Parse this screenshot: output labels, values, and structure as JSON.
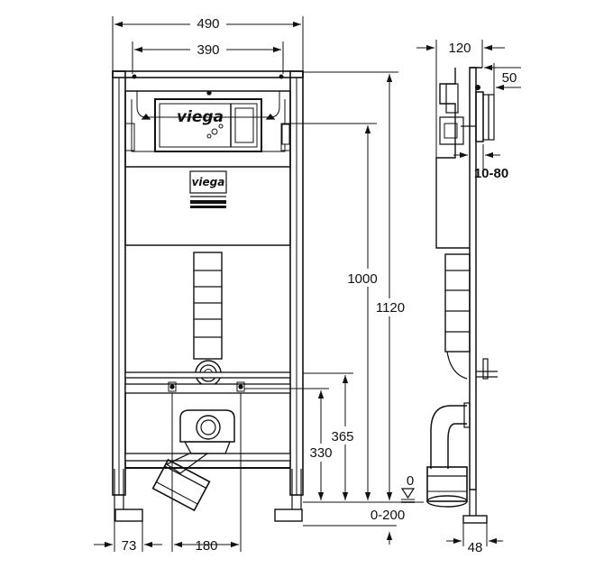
{
  "front_view": {
    "dimensions": {
      "overall_width": "490",
      "inner_width": "390",
      "height_1000": "1000",
      "height_1120": "1120",
      "height_365": "365",
      "height_330": "330",
      "offset_73": "73",
      "drain_180": "180",
      "floor_range": "0-200",
      "floor_zero": "0"
    },
    "logos": {
      "flush_plate_logo": "viega",
      "frame_logo": "viega"
    }
  },
  "side_view": {
    "dimensions": {
      "depth_120": "120",
      "cistern_50": "50",
      "wall_range": "10-80",
      "foot_48": "48"
    }
  },
  "colors": {
    "line": "#111111",
    "background": "#ffffff"
  }
}
